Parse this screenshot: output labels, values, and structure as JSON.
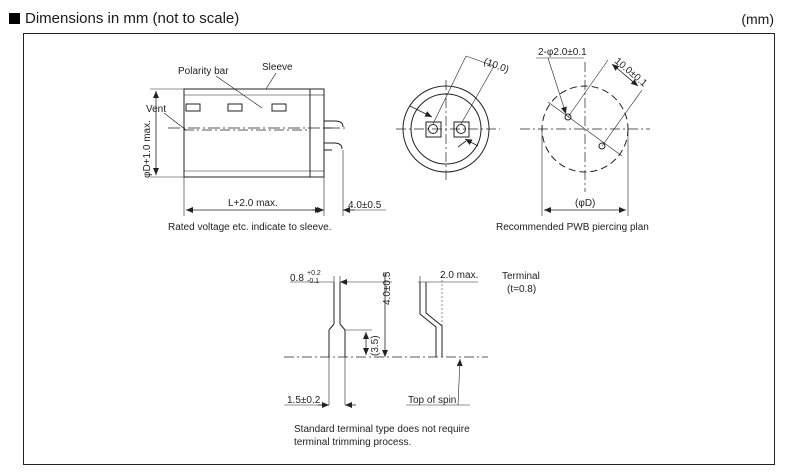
{
  "header": {
    "title": "Dimensions in mm (not to scale)",
    "unit": "(mm)"
  },
  "side_view": {
    "polarity_bar": "Polarity bar",
    "sleeve": "Sleeve",
    "vent": "Vent",
    "diameter": "φD+1.0 max.",
    "length": "L+2.0 max.",
    "terminal_length": "4.0±0.5",
    "caption": "Rated voltage etc. indicate to sleeve."
  },
  "bottom_view": {
    "dimension": "(10.0)"
  },
  "pwb_plan": {
    "holes": "2-φ2.0±0.1",
    "spacing": "10.0±0.1",
    "diameter": "(φD)",
    "caption": "Recommended  PWB piercing plan"
  },
  "terminal_detail": {
    "width": "0.8",
    "width_tol_upper": "+0.2",
    "width_tol_lower": "-0.1",
    "height": "4.0±0.5",
    "shoulder": "(3.5)",
    "base_width": "1.5±0.2",
    "bend": "2.0 max.",
    "terminal_label": "Terminal",
    "thickness": "(t=0.8)",
    "top_of_spin": "Top of spin",
    "note_line1": "Standard terminal type does not require",
    "note_line2": "terminal trimming process."
  }
}
